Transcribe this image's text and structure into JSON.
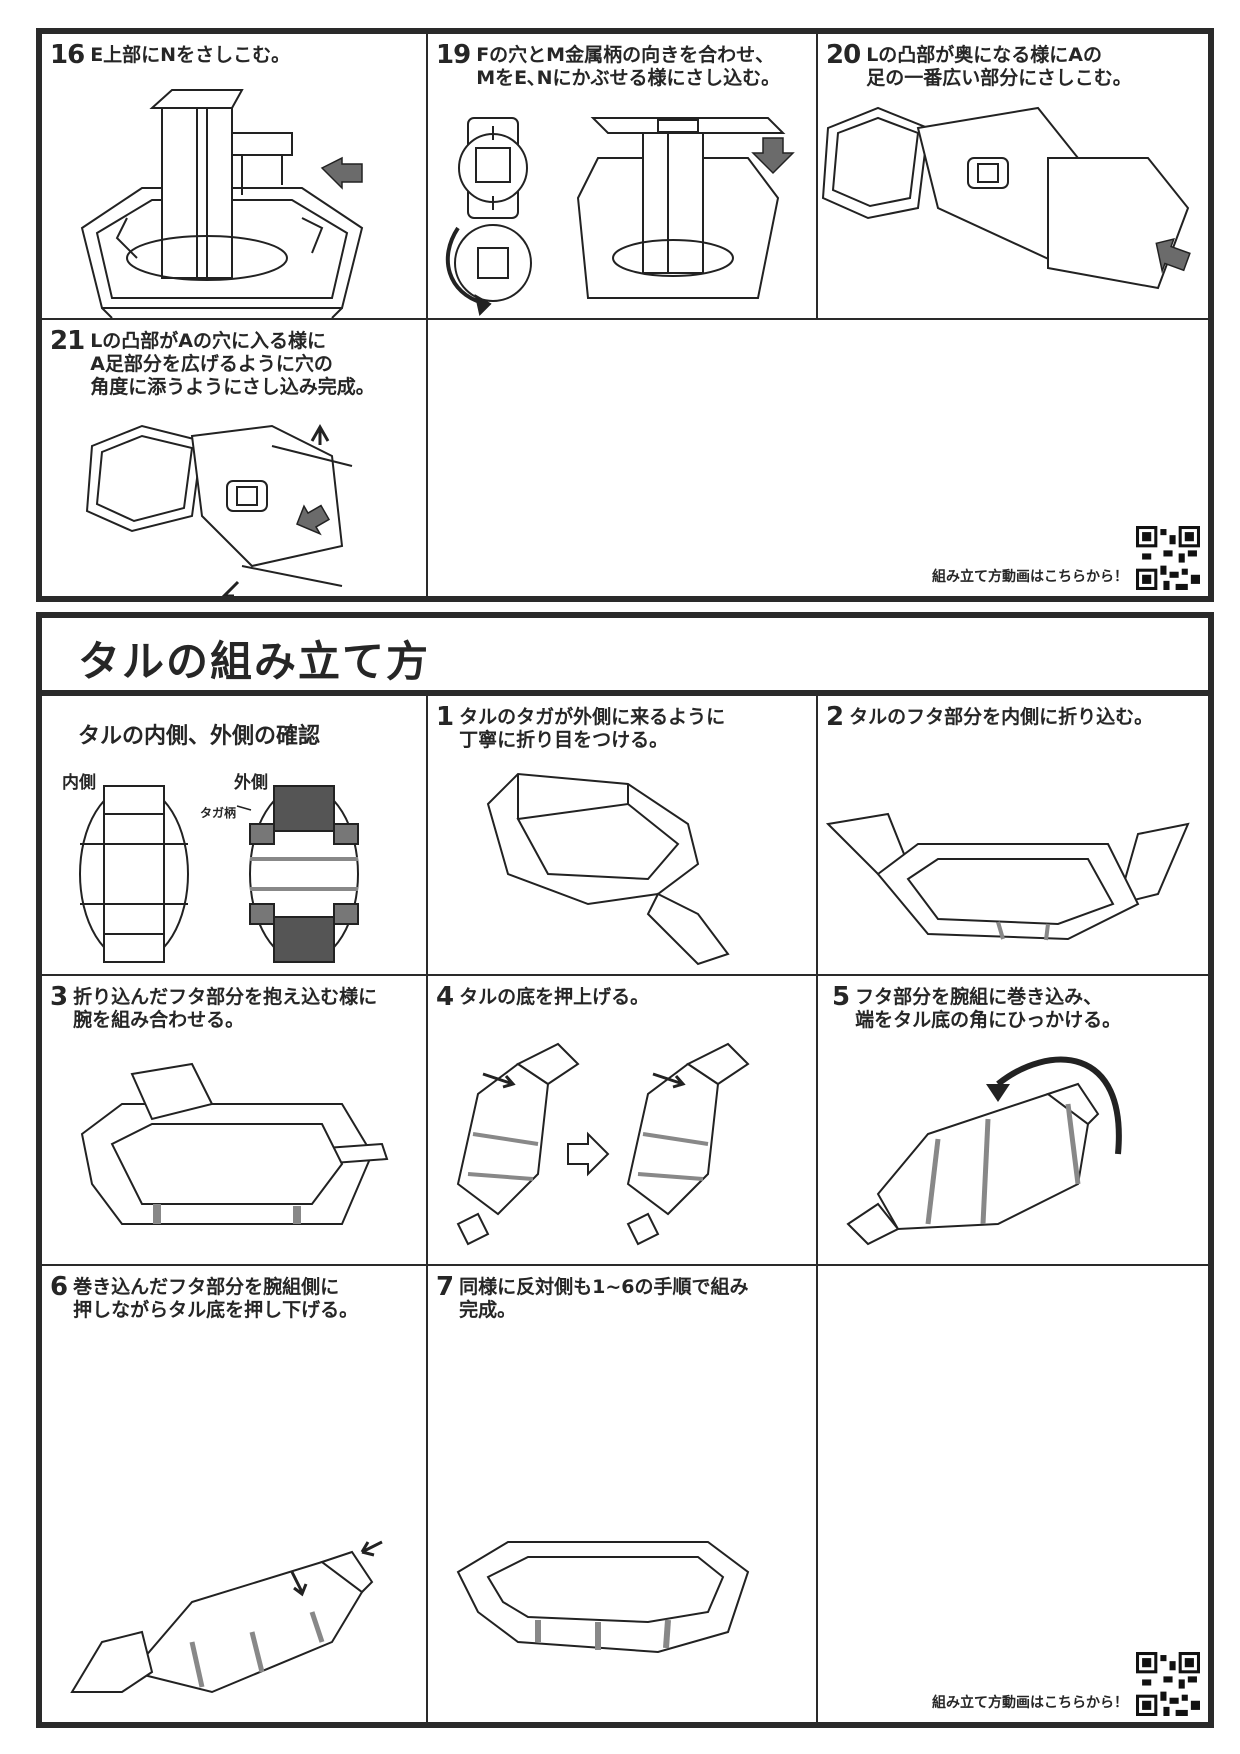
{
  "top_section": {
    "steps": [
      {
        "num": "16",
        "lines": [
          "E上部にNをさしこむ。"
        ],
        "illustration": "pillar-insert-N"
      },
      {
        "num": "19",
        "lines": [
          "Fの穴とM金属柄の向きを合わせ、",
          "MをE､Nにかぶせる様にさし込む。"
        ],
        "illustration": "cap-M-over-E-N"
      },
      {
        "num": "20",
        "lines": [
          "Lの凸部が奥になる様にAの",
          "足の一番広い部分にさしこむ。"
        ],
        "illustration": "insert-L-into-A-leg"
      },
      {
        "num": "21",
        "lines": [
          "Lの凸部がAの穴に入る様に",
          "A足部分を広げるように穴の",
          "角度に添うようにさし込み完成。"
        ],
        "illustration": "spread-A-leg-complete"
      }
    ],
    "qr_caption": "組み立て方動画はこちらから！"
  },
  "bottom_section": {
    "title": "タルの組み立て方",
    "intro": {
      "heading": "タルの内側、外側の確認",
      "inner_label": "内側",
      "outer_label": "外側",
      "hoop_label": "タガ柄"
    },
    "steps": [
      {
        "num": "1",
        "lines": [
          "タルのタガが外側に来るように",
          "丁寧に折り目をつける。"
        ],
        "illustration": "crease-folds"
      },
      {
        "num": "2",
        "lines": [
          "タルのフタ部分を内側に折り込む。"
        ],
        "illustration": "fold-lid-inward"
      },
      {
        "num": "3",
        "lines": [
          "折り込んだフタ部分を抱え込む様に",
          "腕を組み合わせる。"
        ],
        "illustration": "interlock-arms"
      },
      {
        "num": "4",
        "lines": [
          "タルの底を押上げる。"
        ],
        "illustration": "push-up-bottom"
      },
      {
        "num": "5",
        "lines": [
          "フタ部分を腕組に巻き込み、",
          "端をタル底の角にひっかける。"
        ],
        "illustration": "wrap-lid-hook-corner"
      },
      {
        "num": "6",
        "lines": [
          "巻き込んだフタ部分を腕組側に",
          "押しながらタル底を押し下げる。"
        ],
        "illustration": "press-bottom-down"
      },
      {
        "num": "7",
        "lines": [
          "同様に反対側も1~6の手順で組み",
          "完成。"
        ],
        "illustration": "barrel-complete"
      }
    ],
    "qr_caption": "組み立て方動画はこちらから！"
  },
  "colors": {
    "border": "#2a2a2a",
    "text": "#262626",
    "shade_dark": "#555555",
    "shade_mid": "#8a8a8a",
    "arrow": "#6b6b6b"
  }
}
